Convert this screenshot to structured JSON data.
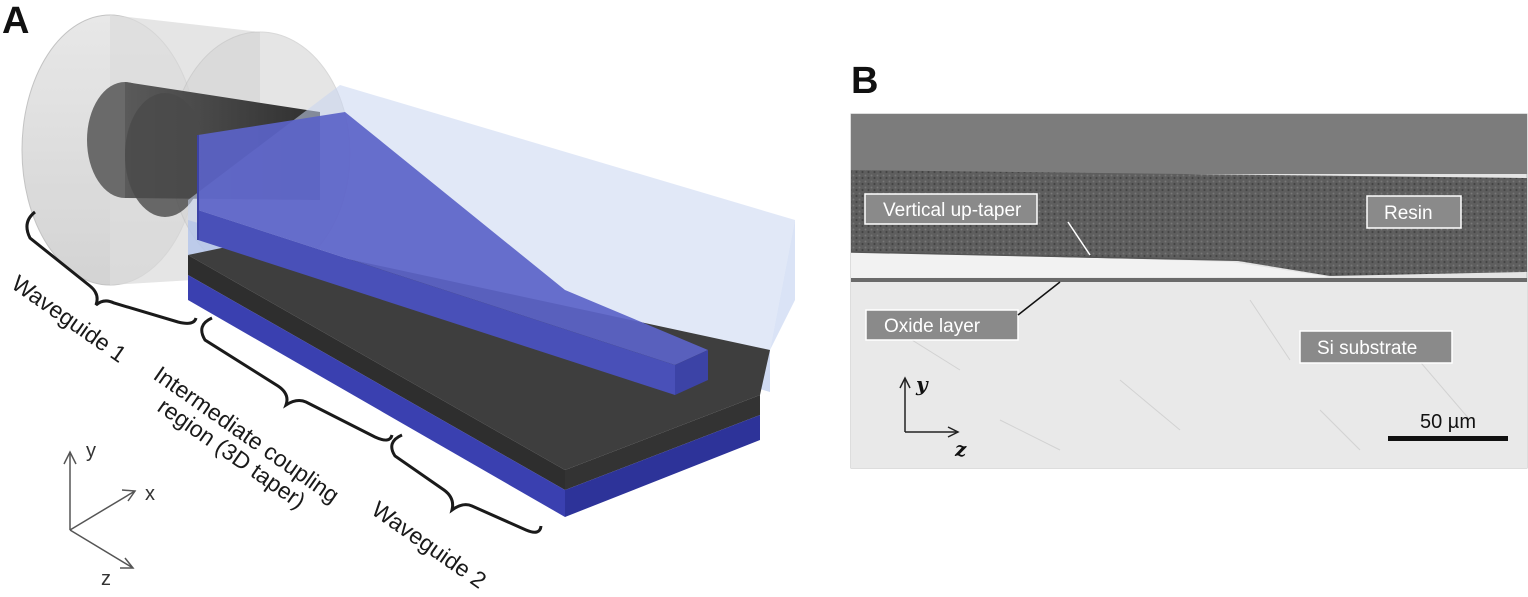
{
  "panel_a": {
    "letter": "A",
    "labels": {
      "waveguide_1": "Waveguide 1",
      "intermediate_line1": "Intermediate coupling",
      "intermediate_line2": "region (3D taper)",
      "waveguide_2": "Waveguide 2"
    },
    "axes": {
      "y": "y",
      "x": "x",
      "z": "z"
    },
    "colors": {
      "taper_blue": "#5b63c8",
      "substrate_blue": "#3a40b0",
      "core_dark": "#3c3c3c",
      "cladding_light": "#c9d6ef"
    }
  },
  "panel_b": {
    "letter": "B",
    "labels": {
      "vertical_up_taper": "Vertical up-taper",
      "resin": "Resin",
      "oxide_layer": "Oxide layer",
      "si_substrate": "Si substrate"
    },
    "axes": {
      "y": "y",
      "z": "z"
    },
    "scale_bar": "50 µm"
  }
}
